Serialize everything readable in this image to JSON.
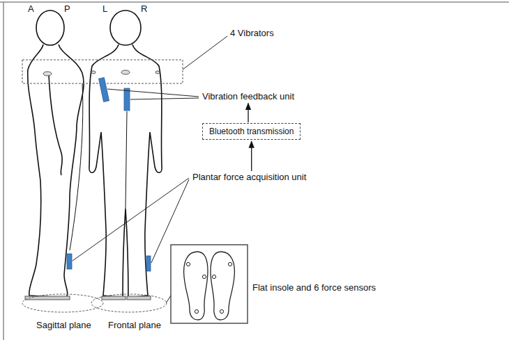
{
  "diagram": {
    "nodes": [
      {
        "text": [
          "Vibration feedback unit"
        ]
      },
      {
        "text": [
          "Bluetooth transmission"
        ]
      },
      {
        "text": [
          "Plantar force acquisition unit"
        ]
      }
    ],
    "edges": [
      {
        "from": 2,
        "to": 1,
        "arrow": "to"
      },
      {
        "from": 1,
        "to": 0,
        "arrow": "to"
      }
    ],
    "labels": [
      "A",
      "P",
      "L",
      "R",
      "4 Vibrators",
      "Flat insole and 6 force sensors",
      "Sagittal plane",
      "Frontal plane"
    ]
  }
}
